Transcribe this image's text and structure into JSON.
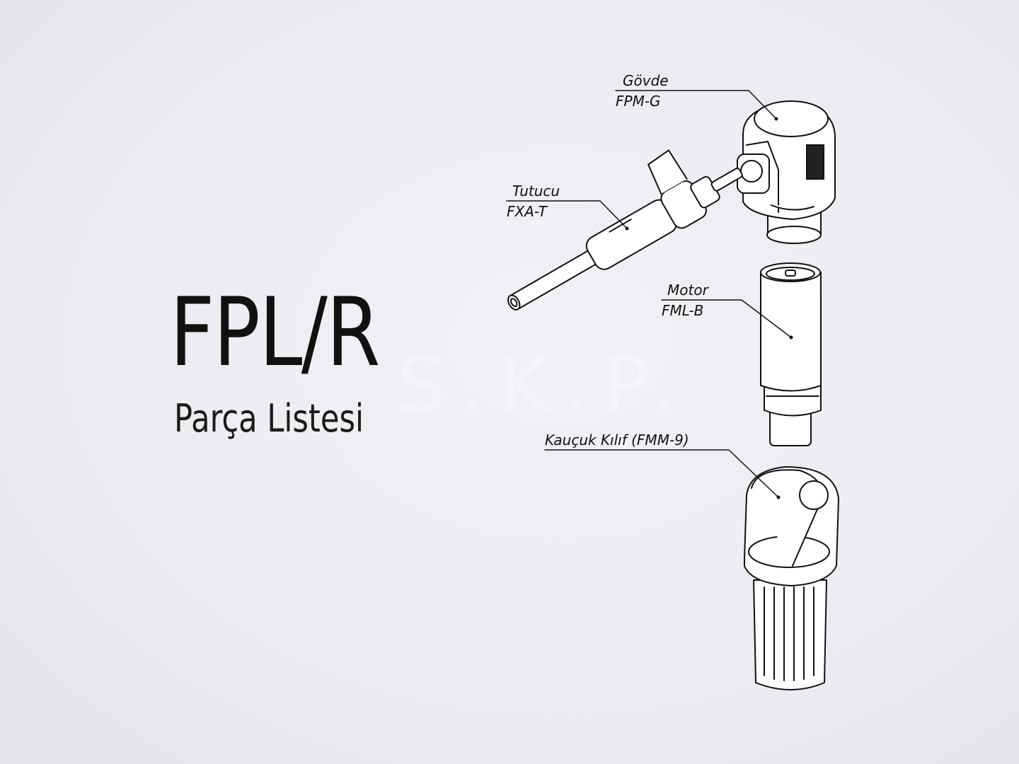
{
  "title": "FPL/R",
  "subtitle": "Parça Listesi",
  "watermark": "S.K.P.",
  "parts": [
    {
      "name": "Gövde",
      "code": "FPM-G"
    },
    {
      "name": "Tutucu",
      "code": "FXA-T"
    },
    {
      "name": "Motor",
      "code": "FML-B"
    },
    {
      "name": "Kauçuk Kılıf (FMM-9)",
      "code": ""
    }
  ]
}
